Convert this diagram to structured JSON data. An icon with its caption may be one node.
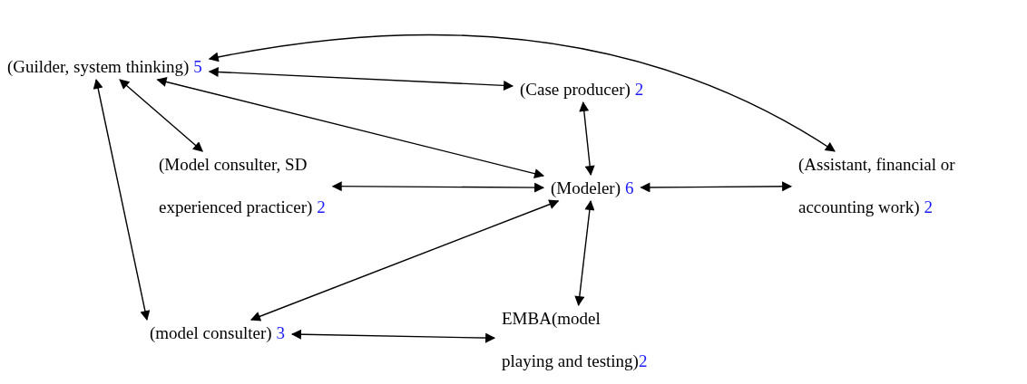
{
  "diagram": {
    "nodes": [
      {
        "text": [
          "(Guilder, system thinking)",
          "5"
        ]
      },
      {
        "text": [
          "(Case producer)",
          "2"
        ]
      },
      {
        "text": [
          "(Model consulter, SD experienced practicer)",
          "2"
        ]
      },
      {
        "text": [
          "(Modeler)",
          "6"
        ]
      },
      {
        "text": [
          "(Assistant, financial or accounting work)",
          "2"
        ]
      },
      {
        "text": [
          "(model consulter)",
          "3"
        ]
      },
      {
        "text": [
          "EMBA(model playing and testing)",
          "2"
        ]
      }
    ],
    "edges": [
      {
        "from": 0,
        "to": 4,
        "arrow": "both"
      },
      {
        "from": 0,
        "to": 1,
        "arrow": "both"
      },
      {
        "from": 0,
        "to": 3,
        "arrow": "both"
      },
      {
        "from": 0,
        "to": 2,
        "arrow": "both"
      },
      {
        "from": 0,
        "to": 5,
        "arrow": "both"
      },
      {
        "from": 1,
        "to": 3,
        "arrow": "both"
      },
      {
        "from": 2,
        "to": 3,
        "arrow": "both"
      },
      {
        "from": 3,
        "to": 4,
        "arrow": "both"
      },
      {
        "from": 3,
        "to": 5,
        "arrow": "both"
      },
      {
        "from": 3,
        "to": 6,
        "arrow": "both"
      },
      {
        "from": 5,
        "to": 6,
        "arrow": "both"
      }
    ]
  }
}
